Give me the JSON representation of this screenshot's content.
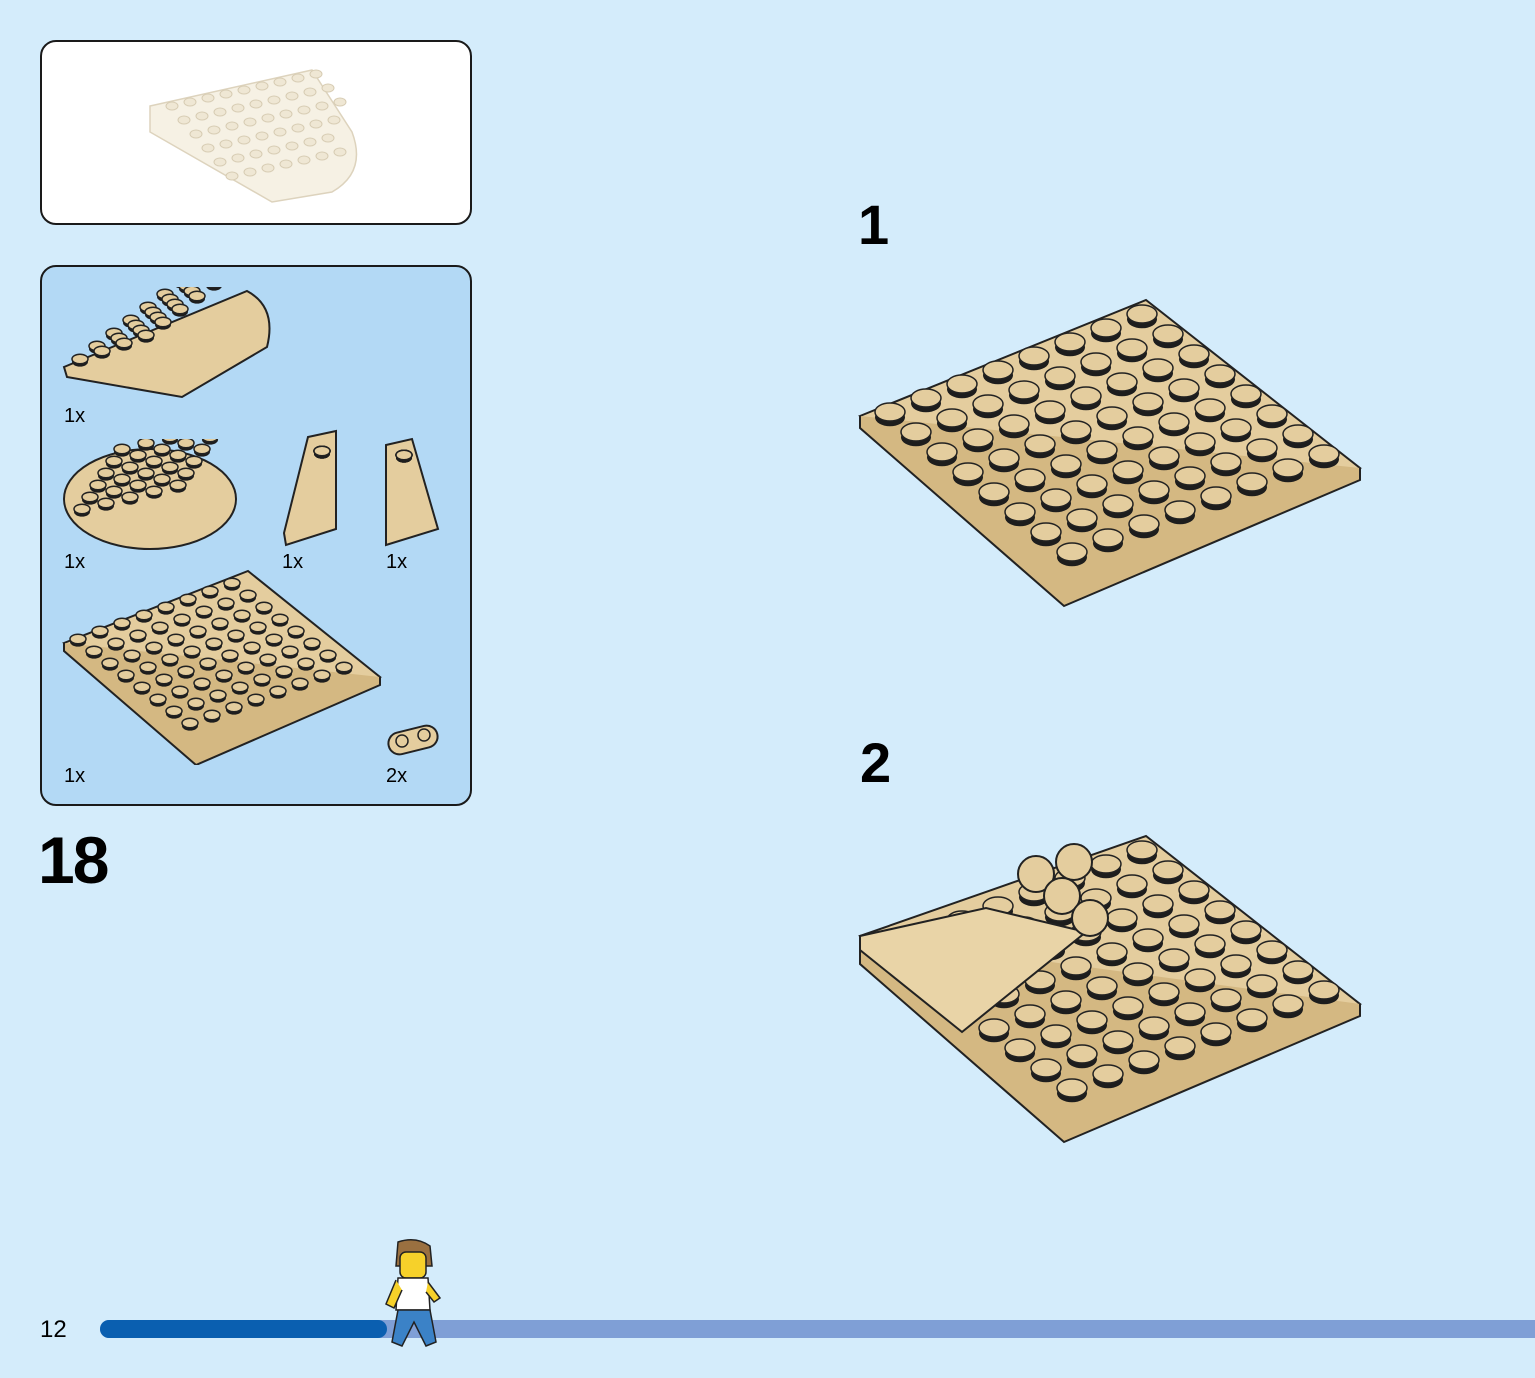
{
  "page": {
    "number": "12",
    "progress_fraction": 0.2
  },
  "step": {
    "number": "18"
  },
  "sub_steps": [
    {
      "number": "1"
    },
    {
      "number": "2"
    }
  ],
  "parts": [
    {
      "name": "tan-half-round-plate",
      "qty": "1x"
    },
    {
      "name": "tan-round-plate",
      "qty": "1x"
    },
    {
      "name": "tan-wedge-plate-left",
      "qty": "1x"
    },
    {
      "name": "tan-wedge-plate-right",
      "qty": "1x"
    },
    {
      "name": "tan-8x8-plate",
      "qty": "1x"
    },
    {
      "name": "tan-1x2-round-plate",
      "qty": "2x"
    }
  ],
  "colors": {
    "background": "#d4ecfb",
    "parts_panel": "#b3d9f5",
    "tan": "#e4cd9e",
    "progress_fill": "#0a5fb0",
    "progress_track": "#7f9fd6"
  },
  "icons": [
    "minifigure-icon"
  ]
}
